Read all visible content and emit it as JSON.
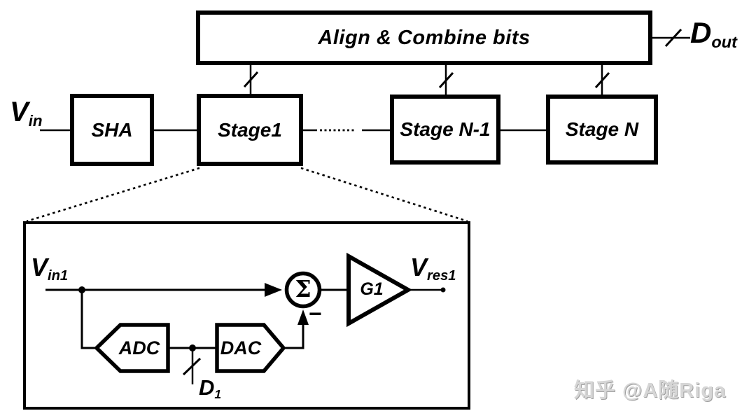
{
  "colors": {
    "ink": "#000000",
    "background": "#ffffff",
    "watermark": "#d6d6d6"
  },
  "top_section": {
    "align_combine_label": "Align & Combine bits",
    "dout": {
      "main": "D",
      "sub": "out"
    }
  },
  "pipeline": {
    "vin": {
      "main": "V",
      "sub": "in"
    },
    "blocks": [
      {
        "label": "SHA"
      },
      {
        "label": "Stage1"
      },
      {
        "label": "Stage N-1"
      },
      {
        "label": "Stage N"
      }
    ]
  },
  "stage_detail": {
    "vin1": {
      "main": "V",
      "sub": "in1"
    },
    "summer": "Σ",
    "minus_sign": "−",
    "gain": "G1",
    "vres1": {
      "main": "V",
      "sub": "res1"
    },
    "adc": "ADC",
    "dac": "DAC",
    "d1": {
      "main": "D",
      "sub": "1"
    }
  },
  "watermark": {
    "text": "知乎 @A随Riga"
  }
}
